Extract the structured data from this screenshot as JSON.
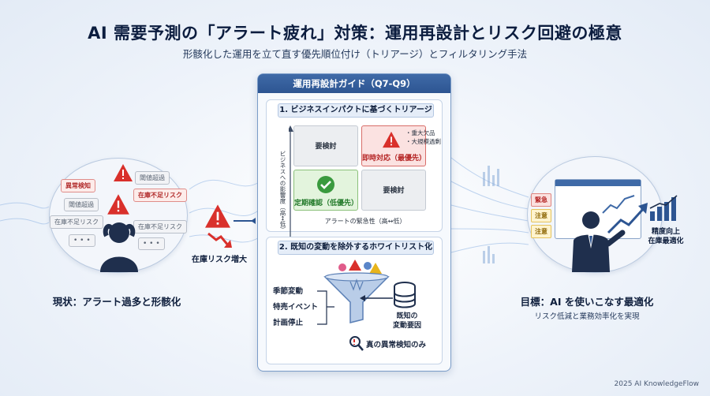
{
  "title": "AI 需要予測の「アラート疲れ」対策：運用再設計とリスク回避の極意",
  "subtitle": "形骸化した運用を立て直す優先順位付け（トリアージ）とフィルタリング手法",
  "left": {
    "chips": [
      "異常検知",
      "在庫不足リスク",
      "閾値超過",
      "閾値超過",
      "在庫不足リスク",
      "在庫不足リスク"
    ],
    "alert_label": "在庫リスク増大",
    "caption": "現状：アラート過多と形骸化"
  },
  "panel": {
    "header": "運用再設計ガイド（Q7-Q9）",
    "section1": {
      "title": "1. ビジネスインパクトに基づくトリアージ",
      "y_axis": "ビジネスへの影響度（高↔低）",
      "x_axis": "アラートの緊急性（高↔低）",
      "quadrants": {
        "top_left": "要検討",
        "top_right": "即時対応（最優先）",
        "bottom_left": "定期確認（低優先）",
        "bottom_right": "要検討"
      },
      "bullets": [
        "・重大欠品",
        "・大規模過剰"
      ]
    },
    "section2": {
      "title": "2. 既知の変動を除外するホワイトリスト化",
      "inputs": [
        "季節変動",
        "特売イベント",
        "計画停止"
      ],
      "db_label": "既知の\n変動要因",
      "output": "真の異常検知のみ"
    }
  },
  "right": {
    "tags": [
      "緊急",
      "注意",
      "注意"
    ],
    "note": "精度向上\n在庫最適化",
    "caption": "目標：AI を使いこなす最適化",
    "sub": "リスク低減と業務効率化を実現"
  },
  "footer": "2025 AI KnowledgeFlow",
  "colors": {
    "navy": "#2d5592",
    "alert_red": "#d9302b",
    "caution_yellow": "#e7b41c",
    "ok_green": "#3a9a3e"
  }
}
